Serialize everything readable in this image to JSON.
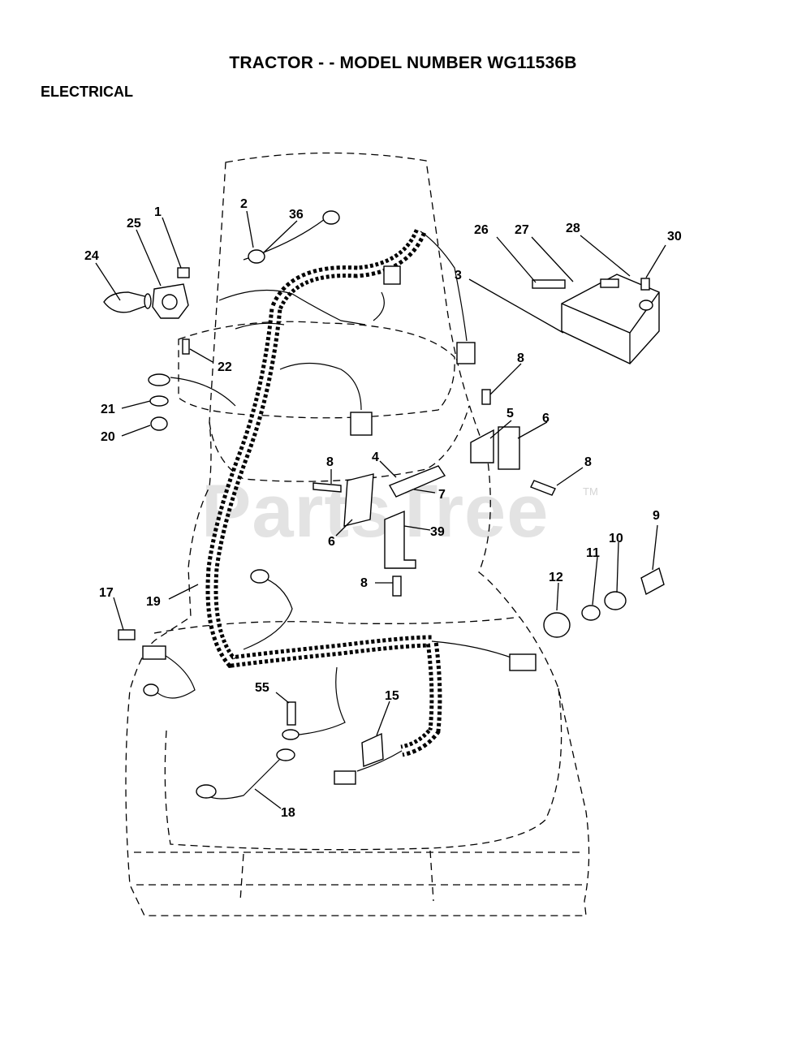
{
  "page": {
    "title": "TRACTOR - - MODEL NUMBER WG11536B",
    "section": "ELECTRICAL"
  },
  "watermark": {
    "text": "PartsTree",
    "trademark": "TM"
  },
  "callouts": [
    {
      "id": "c1",
      "label": "1"
    },
    {
      "id": "c2",
      "label": "2"
    },
    {
      "id": "c36",
      "label": "36"
    },
    {
      "id": "c25",
      "label": "25"
    },
    {
      "id": "c24",
      "label": "24"
    },
    {
      "id": "c22",
      "label": "22"
    },
    {
      "id": "c21",
      "label": "21"
    },
    {
      "id": "c20",
      "label": "20"
    },
    {
      "id": "c26",
      "label": "26"
    },
    {
      "id": "c27",
      "label": "27"
    },
    {
      "id": "c28",
      "label": "28"
    },
    {
      "id": "c30",
      "label": "30"
    },
    {
      "id": "c3",
      "label": "3"
    },
    {
      "id": "c8a",
      "label": "8"
    },
    {
      "id": "c5",
      "label": "5"
    },
    {
      "id": "c6a",
      "label": "6"
    },
    {
      "id": "c8b",
      "label": "8"
    },
    {
      "id": "c4",
      "label": "4"
    },
    {
      "id": "c8c",
      "label": "8"
    },
    {
      "id": "c7",
      "label": "7"
    },
    {
      "id": "c6b",
      "label": "6"
    },
    {
      "id": "c39",
      "label": "39"
    },
    {
      "id": "c8d",
      "label": "8"
    },
    {
      "id": "c9",
      "label": "9"
    },
    {
      "id": "c10",
      "label": "10"
    },
    {
      "id": "c11",
      "label": "11"
    },
    {
      "id": "c12",
      "label": "12"
    },
    {
      "id": "c17",
      "label": "17"
    },
    {
      "id": "c19",
      "label": "19"
    },
    {
      "id": "c55",
      "label": "55"
    },
    {
      "id": "c15",
      "label": "15"
    },
    {
      "id": "c18",
      "label": "18"
    }
  ]
}
